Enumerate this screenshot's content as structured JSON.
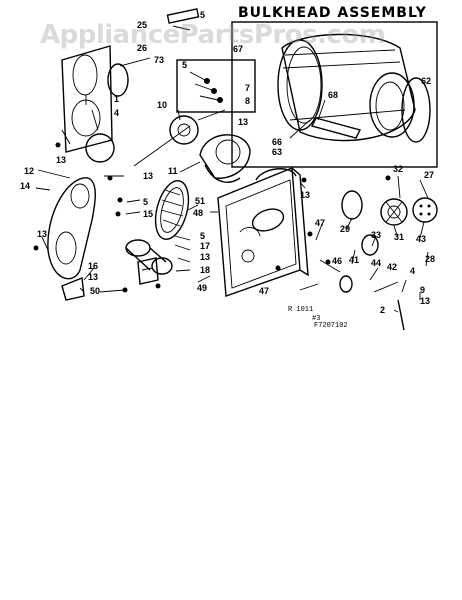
{
  "title": "BULKHEAD ASSEMBLY",
  "watermark": "AppliancePartsPros.com",
  "figure_code": "F7207102",
  "figure_note_a": "R 1011",
  "figure_note_b": "#3",
  "callouts": [
    "5",
    "25",
    "26",
    "67",
    "73",
    "1",
    "4",
    "13",
    "5",
    "7",
    "8",
    "10",
    "13",
    "68",
    "62",
    "66",
    "63",
    "12",
    "13",
    "14",
    "5",
    "15",
    "11",
    "51",
    "48",
    "13",
    "32",
    "27",
    "13",
    "5",
    "17",
    "13",
    "18",
    "47",
    "29",
    "33",
    "31",
    "43",
    "28",
    "16",
    "13",
    "50",
    "49",
    "46",
    "41",
    "44",
    "42",
    "47",
    "4",
    "9",
    "13",
    "2"
  ]
}
